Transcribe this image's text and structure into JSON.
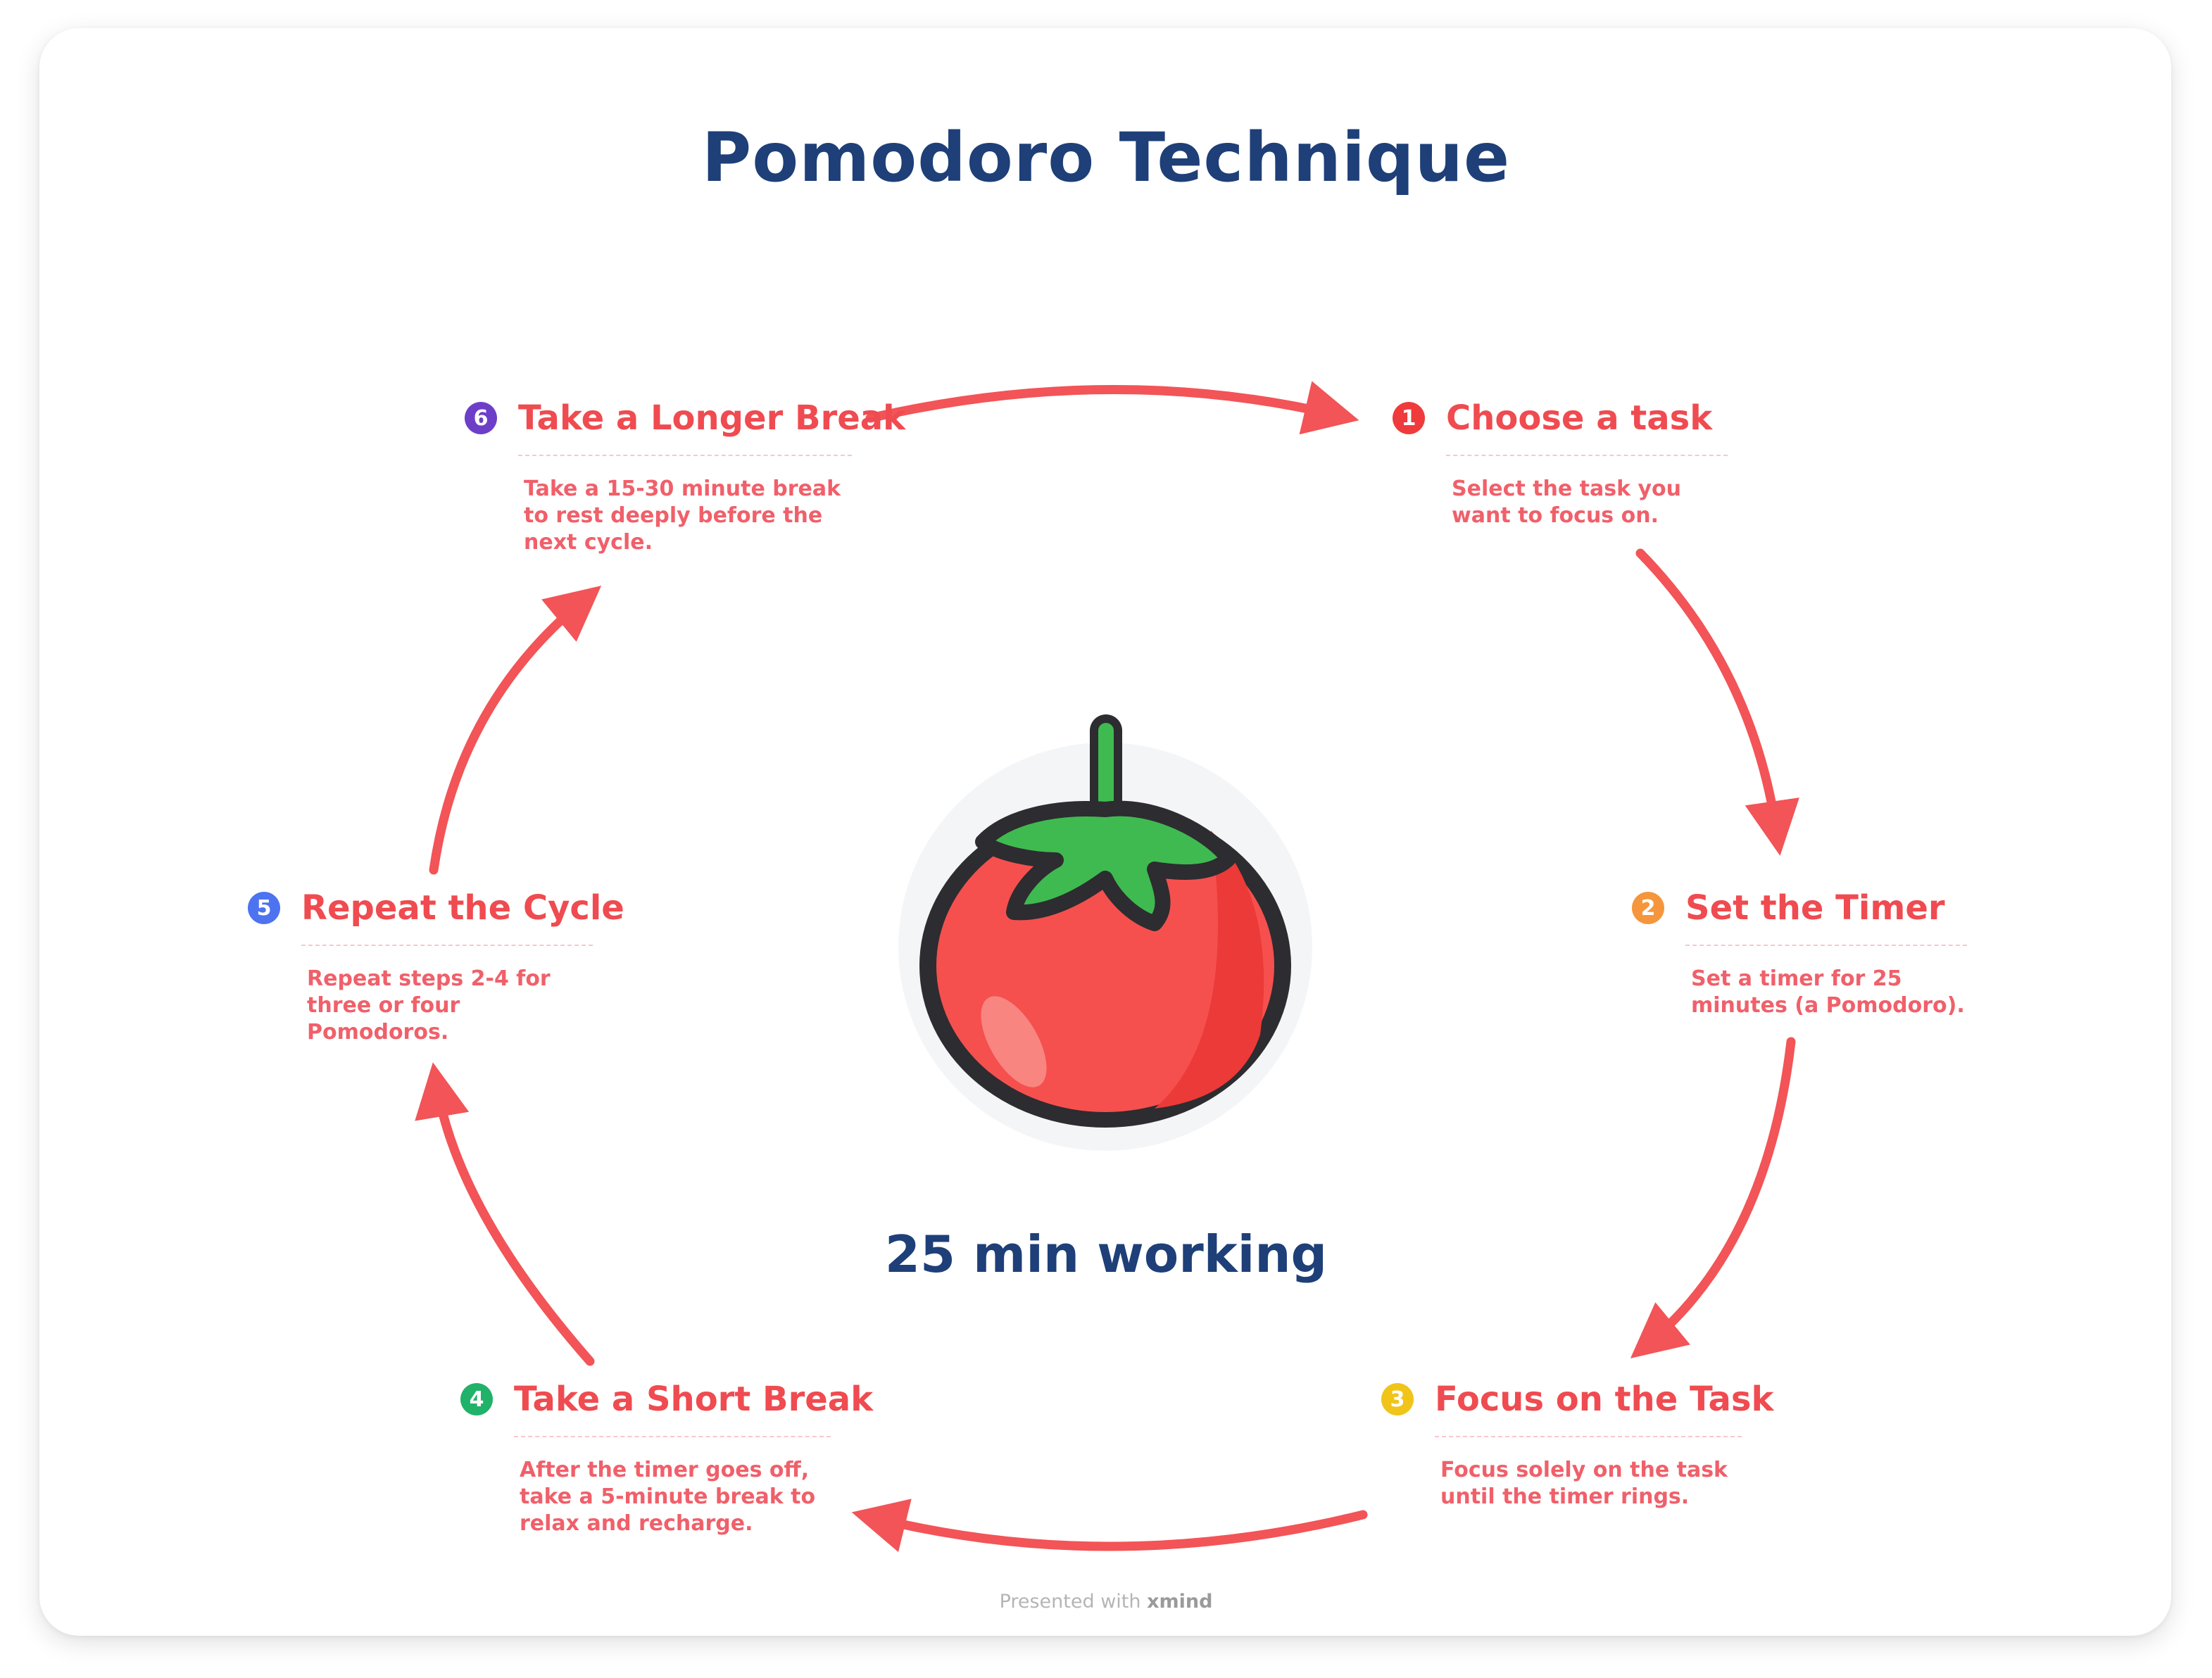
{
  "title": "Pomodoro Technique",
  "center_label": "25 min working",
  "footer": {
    "prefix": "Presented with",
    "brand": "xmind"
  },
  "steps": [
    {
      "number": "1",
      "title": "Choose a task",
      "description": "Select the task you\nwant to focus on.",
      "color": "#ef3b3b"
    },
    {
      "number": "2",
      "title": "Set the Timer",
      "description": "Set a timer for 25\nminutes (a Pomodoro).",
      "color": "#f5963c"
    },
    {
      "number": "3",
      "title": "Focus on the Task",
      "description": "Focus solely on the task\nuntil the timer rings.",
      "color": "#f0c419"
    },
    {
      "number": "4",
      "title": "Take a Short Break",
      "description": "After the timer goes off,\ntake a 5-minute break to\nrelax and recharge.",
      "color": "#21b26a"
    },
    {
      "number": "5",
      "title": "Repeat the Cycle",
      "description": "Repeat steps 2-4 for\nthree or four\nPomodoros.",
      "color": "#4d73f0"
    },
    {
      "number": "6",
      "title": "Take a Longer Break",
      "description": "Take a 15-30 minute break\nto rest deeply before the\nnext cycle.",
      "color": "#6d3fc8"
    }
  ],
  "colors": {
    "accent": "#ef4b50",
    "title": "#1e3f78",
    "arrow": "#f25457",
    "tomato": "#f5504e",
    "leaf": "#3fba50"
  },
  "icons": {
    "center": "tomato-icon"
  }
}
